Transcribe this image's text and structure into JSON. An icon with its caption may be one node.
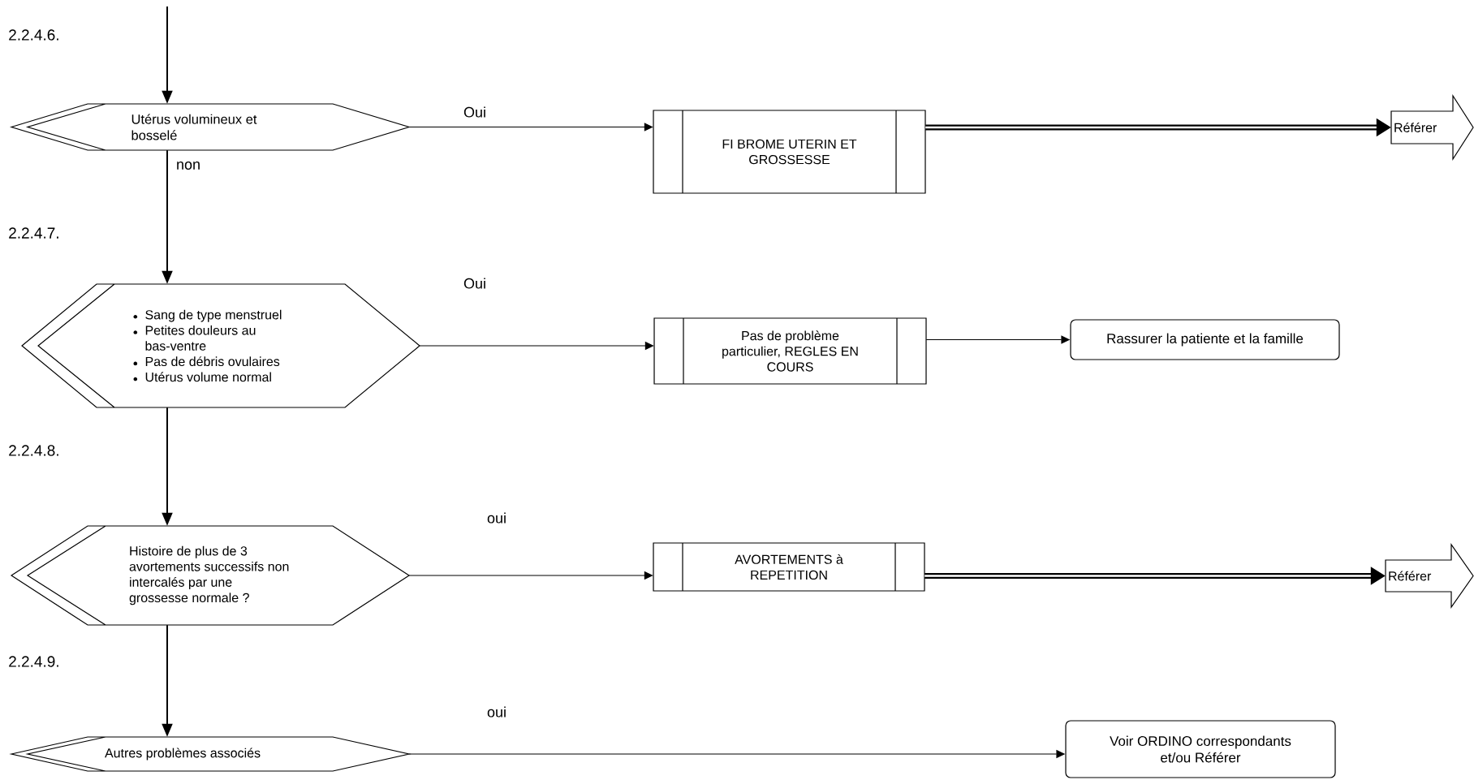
{
  "diagram": {
    "nodes": [
      {
        "text": [
          "Utérus volumineux et bosselé"
        ]
      },
      {
        "text": [
          "FI BROME UTERIN ET GROSSESSE"
        ]
      },
      {
        "text": [
          "Référer"
        ]
      },
      {
        "text": [
          "Sang de type menstruel",
          "Petites douleurs au bas-ventre",
          "Pas de débris ovulaires",
          "Utérus volume normal"
        ]
      },
      {
        "text": [
          "Pas de problème particulier, REGLES EN COURS"
        ]
      },
      {
        "text": [
          "Rassurer la patiente et la famille"
        ]
      },
      {
        "text": [
          "Histoire de plus de 3 avortements successifs non intercalés par une grossesse normale ?"
        ]
      },
      {
        "text": [
          "AVORTEMENTS à REPETITION"
        ]
      },
      {
        "text": [
          "Référer"
        ]
      },
      {
        "text": [
          "Autres problèmes associés"
        ]
      },
      {
        "text": [
          "Voir ORDINO correspondants et/ou Référer"
        ]
      }
    ],
    "edges": [
      {
        "from": null,
        "to": 0,
        "arrow": "to"
      },
      {
        "from": 0,
        "to": 1,
        "arrow": "to",
        "label": "Oui"
      },
      {
        "from": 1,
        "to": 2,
        "arrow": "to",
        "style": "thick"
      },
      {
        "from": 0,
        "to": 3,
        "arrow": "to",
        "label": "non"
      },
      {
        "from": 3,
        "to": 4,
        "arrow": "to",
        "label": "Oui"
      },
      {
        "from": 4,
        "to": 5,
        "arrow": "to"
      },
      {
        "from": 3,
        "to": 6,
        "arrow": "to"
      },
      {
        "from": 6,
        "to": 7,
        "arrow": "to",
        "label": "oui"
      },
      {
        "from": 7,
        "to": 8,
        "arrow": "to",
        "style": "thick"
      },
      {
        "from": 6,
        "to": 9,
        "arrow": "to"
      },
      {
        "from": 9,
        "to": 10,
        "arrow": "to",
        "label": "oui"
      }
    ],
    "labels": [
      "2.2.4.6.",
      "2.2.4.7.",
      "2.2.4.8.",
      "2.2.4.9."
    ]
  }
}
